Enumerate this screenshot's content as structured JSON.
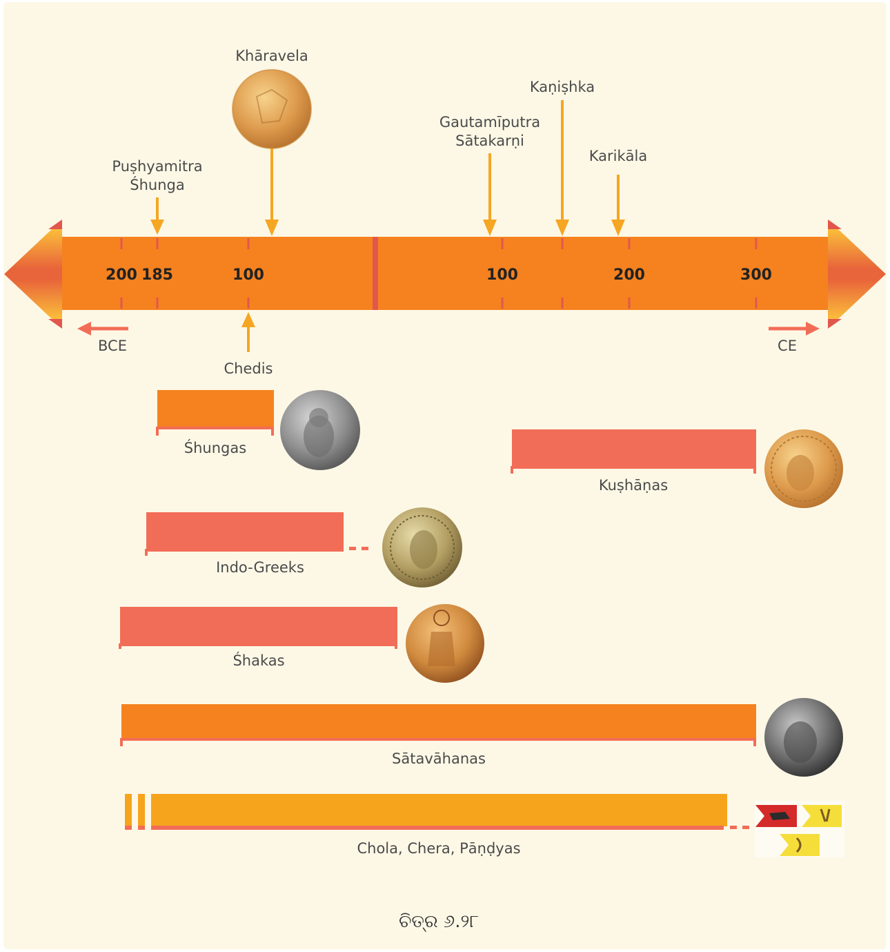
{
  "colors": {
    "background": "#fdf8e6",
    "timeline_bar": "#f5821f",
    "bar_orange": "#f5821f",
    "bar_coral": "#f26d57",
    "bar_yellow": "#f7a41d",
    "marker_arrow": "#f5a623",
    "tick": "#e2574c",
    "coin_gold": "#e3a35a",
    "coin_silver": "#8a8a8a"
  },
  "timeline": {
    "tick_labels_bce": [
      "200",
      "185",
      "100"
    ],
    "tick_labels_ce": [
      "100",
      "200",
      "300"
    ],
    "bce_label": "BCE",
    "ce_label": "CE"
  },
  "events_above": [
    {
      "name": "Pushyamitra",
      "name2": "Shunga",
      "display1": "Puṣhyamitra",
      "display2": "Śhunga",
      "coin": false
    },
    {
      "name": "Kharavela",
      "display1": "Khāravela",
      "coin": true
    },
    {
      "name": "Gautamiputra",
      "display1": "Gautamīputra",
      "display2": "Sātakarṇi"
    },
    {
      "name": "Kanishka",
      "display1": "Kaṇiṣhka"
    },
    {
      "name": "Karikala",
      "display1": "Karikāla"
    }
  ],
  "events_below": [
    {
      "display1": "Chedis"
    }
  ],
  "dynasties": [
    {
      "label": "Śhungas",
      "color": "orange",
      "coin": "silver"
    },
    {
      "label": "Kuṣhāṇas",
      "color": "coral",
      "coin": "gold"
    },
    {
      "label": "Indo-Greeks",
      "color": "coral",
      "coin": "bronze"
    },
    {
      "label": "Śhakas",
      "color": "coral",
      "coin": "copper"
    },
    {
      "label": "Sātavāhanas",
      "color": "orange",
      "coin": "silver"
    },
    {
      "label": "Chola, Chera, Pāṇḍyas",
      "color": "yellow",
      "coin": "flags"
    }
  ],
  "caption": "ଚିତ୍ର ୬.୨୮"
}
